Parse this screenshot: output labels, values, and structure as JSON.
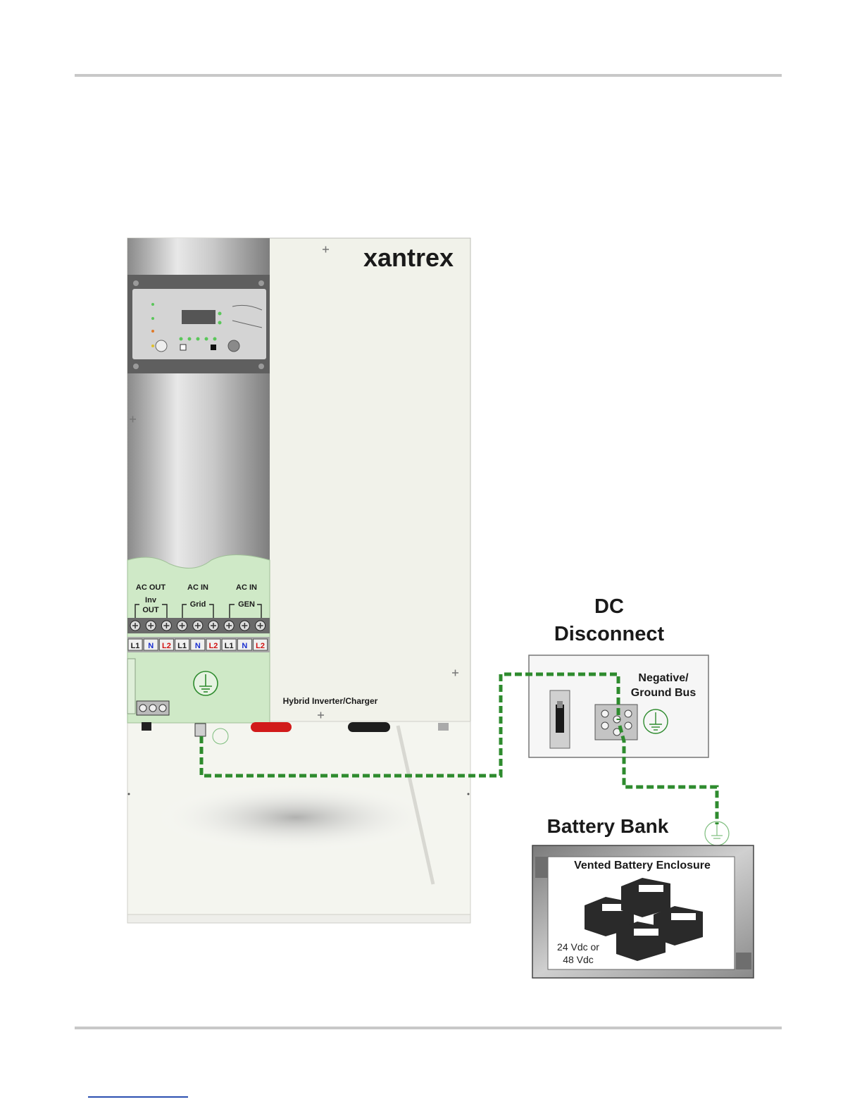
{
  "brand": "xantrex",
  "inverter": {
    "caption": "Hybrid Inverter/Charger",
    "terminal_groups": [
      {
        "top": "AC OUT",
        "sub1": "Inv",
        "sub2": "OUT"
      },
      {
        "top": "AC IN",
        "sub1": "Grid",
        "sub2": ""
      },
      {
        "top": "AC IN",
        "sub1": "GEN",
        "sub2": ""
      }
    ],
    "terminal_labels": [
      "L1",
      "N",
      "L2",
      "L1",
      "N",
      "L2",
      "L1",
      "N",
      "L2"
    ]
  },
  "dc_disconnect": {
    "title_line1": "DC",
    "title_line2": "Disconnect",
    "bus_line1": "Negative/",
    "bus_line2": "Ground Bus"
  },
  "battery": {
    "title": "Battery Bank",
    "enclosure": "Vented Battery Enclosure",
    "voltage_line1": "24 Vdc or",
    "voltage_line2": "48 Vdc"
  },
  "colors": {
    "ground_wire": "#2e8b2e",
    "neutral_label": "#1a2fd0",
    "l2_label": "#d01010",
    "panel_bg": "#f1f2ea",
    "wiring_bg": "#cfe9c7"
  }
}
